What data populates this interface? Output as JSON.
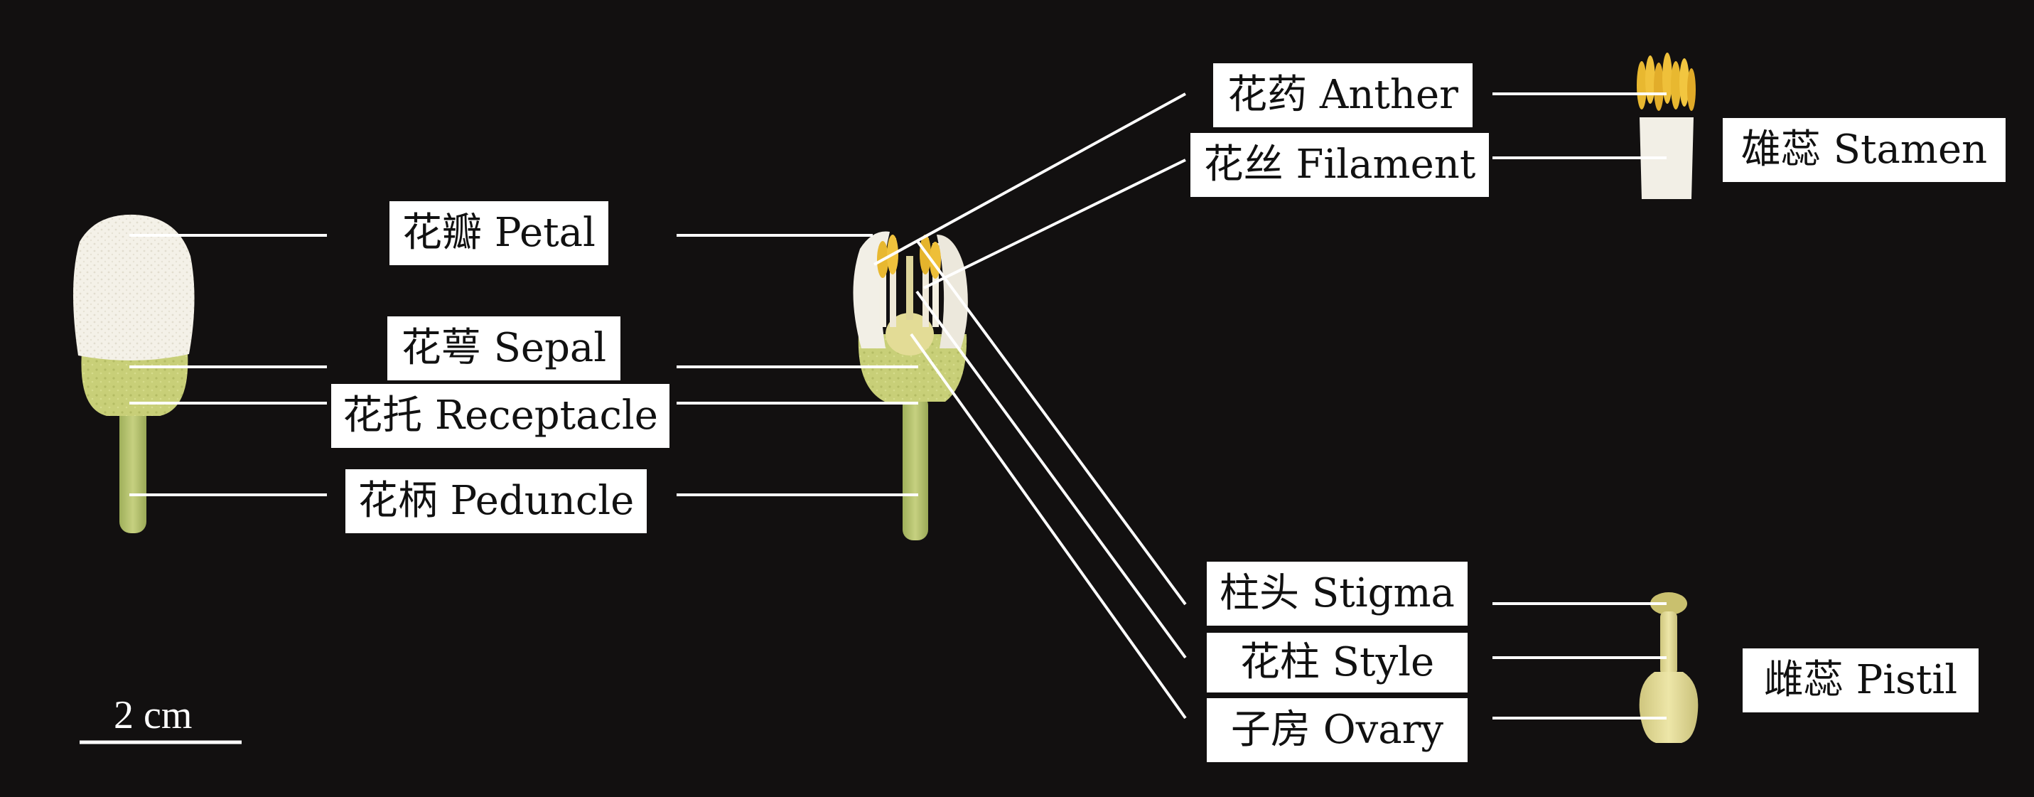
{
  "labels": {
    "petal": "花瓣 Petal",
    "sepal": "花萼 Sepal",
    "receptacle": "花托 Receptacle",
    "peduncle": "花柄 Peduncle",
    "anther": "花药 Anther",
    "filament": "花丝 Filament",
    "stamen": "雄蕊 Stamen",
    "stigma": "柱头 Stigma",
    "style": "花柱 Style",
    "ovary": "子房 Ovary",
    "pistil": "雌蕊 Pistil"
  },
  "scale_bar": {
    "label": "2 cm"
  },
  "colors": {
    "background": "#121010",
    "petal": "#f3f0e6",
    "green_base": "#c9d07a",
    "stalk": "#b3c06e",
    "anther": "#e8b830",
    "filament": "#f2efe6",
    "pistil": "#e6de9a",
    "leader_line": "#ffffff"
  }
}
